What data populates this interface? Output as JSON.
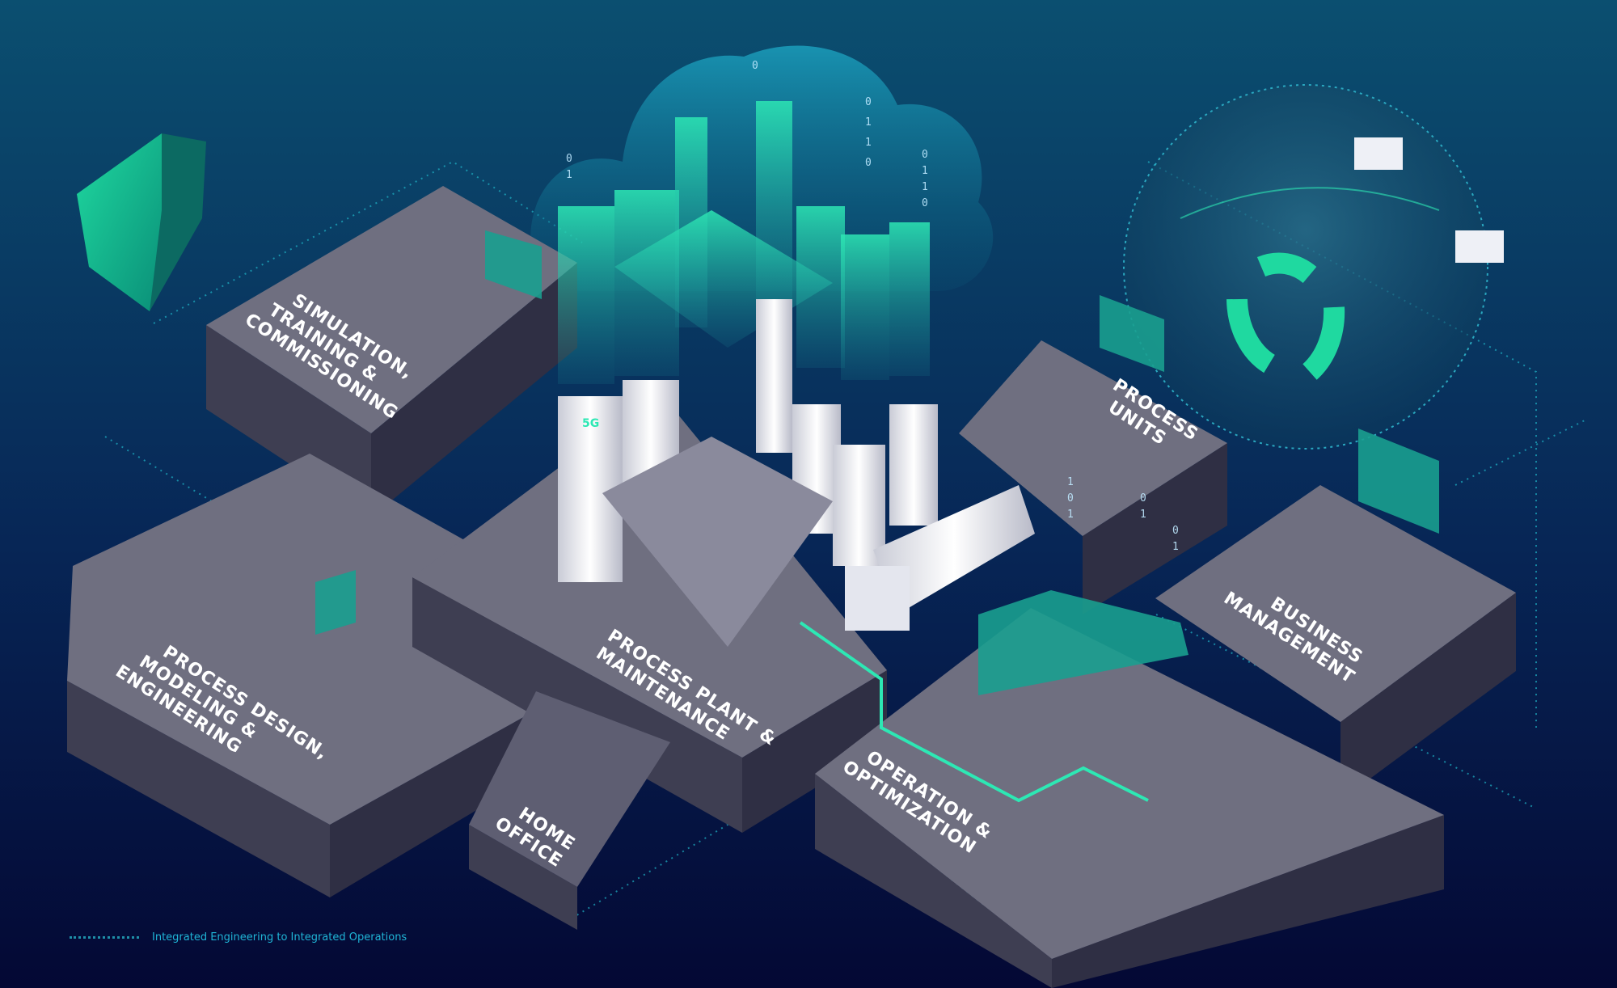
{
  "colors": {
    "background_top": "#0b4f70",
    "background_bottom": "#040834",
    "accent": "#2de8b4",
    "platform_top": "#6f6f80",
    "platform_side": "#3e3e52"
  },
  "areas": [
    {
      "id": "simulation",
      "lines": [
        "SIMULATION,",
        "TRAINING &",
        "COMMISSIONING"
      ]
    },
    {
      "id": "process-units",
      "lines": [
        "PROCESS",
        "UNITS"
      ]
    },
    {
      "id": "business",
      "lines": [
        "BUSINESS",
        "MANAGEMENT"
      ]
    },
    {
      "id": "process-design",
      "lines": [
        "PROCESS DESIGN,",
        "MODELING &",
        "ENGINEERING"
      ]
    },
    {
      "id": "process-plant",
      "lines": [
        "PROCESS PLANT &",
        "MAINTENANCE"
      ]
    },
    {
      "id": "home-office",
      "lines": [
        "HOME",
        "OFFICE"
      ]
    },
    {
      "id": "operation",
      "lines": [
        "OPERATION &",
        "OPTIMIZATION"
      ]
    }
  ],
  "tank_label": "5G",
  "icons": [
    "shield-icon",
    "cloud-icon",
    "globe-icon",
    "recycle-icon"
  ],
  "legend": {
    "label": "Integrated Engineering to Integrated Operations"
  }
}
